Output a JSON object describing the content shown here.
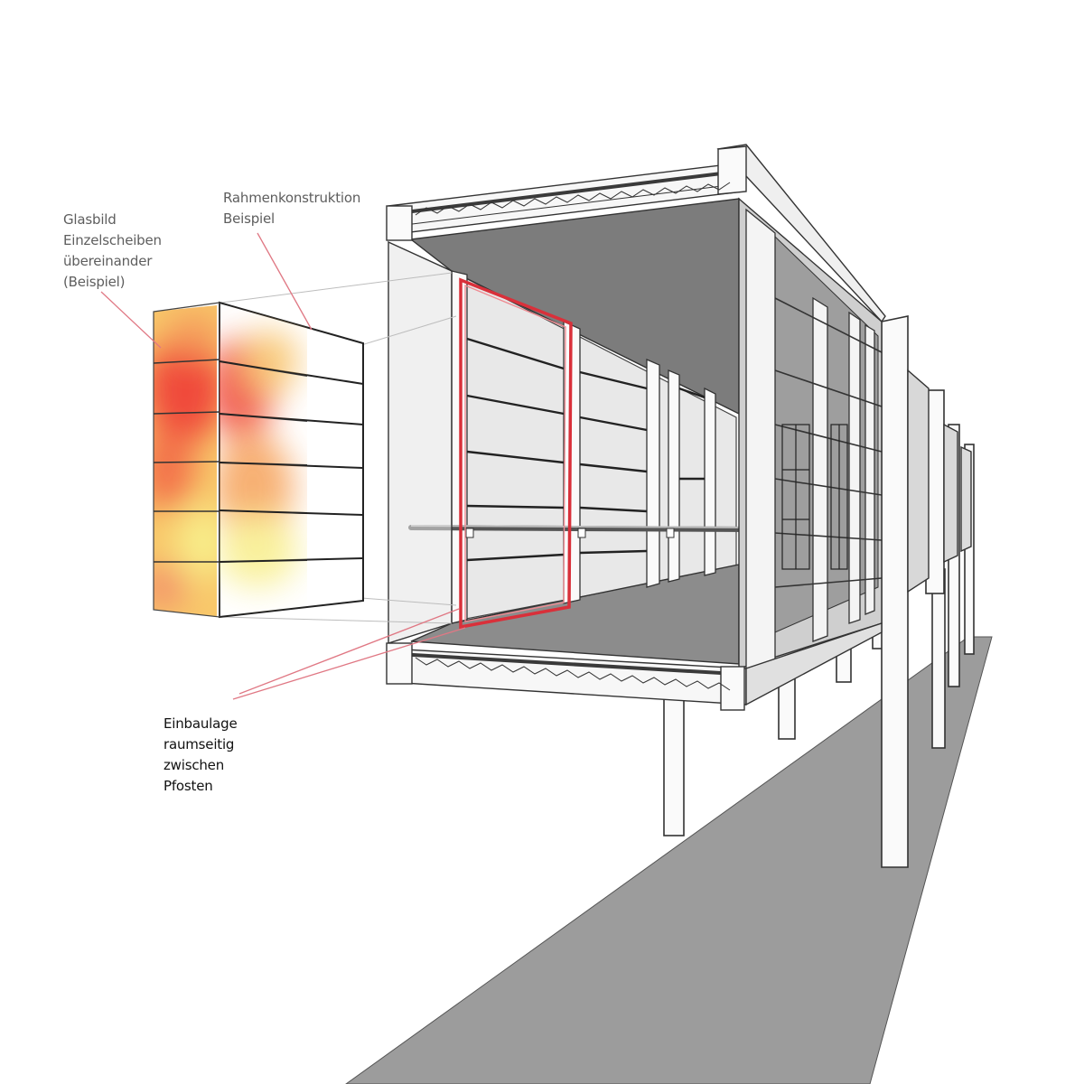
{
  "labels": {
    "glasbild": "Glasbild\nEinzelscheiben\nübereinander\n(Beispiel)",
    "rahmen": "Rahmenkonstruktion\nBeispiel",
    "einbau": "Einbaulage\nraumseitig\nzwischen\nPfosten"
  },
  "colors": {
    "outline": "#3a3a3a",
    "ceiling": "#7c7c7c",
    "floor": "#8c8c8c",
    "ground": "#9c9c9c",
    "glass": "#e3e3e3",
    "highlight": "#d9303a",
    "leader": "#e07884",
    "glass_art_warm": "#f0493a",
    "glass_art_light": "#f8ee8a"
  }
}
